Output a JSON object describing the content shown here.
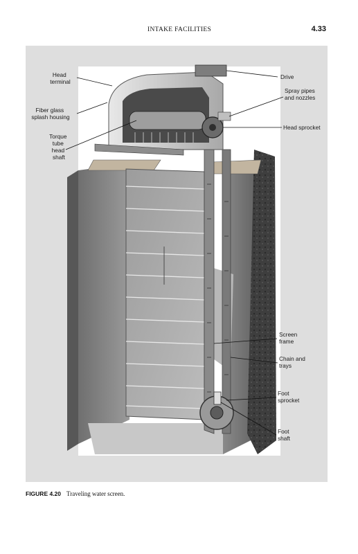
{
  "header": {
    "section_title": "INTAKE FACILITIES",
    "page_number": "4.33"
  },
  "figure": {
    "callouts": {
      "head_terminal": [
        "Head",
        "terminal"
      ],
      "fiber_glass_splash_housing": [
        "Fiber glass",
        "splash housing"
      ],
      "torque_tube_head_shaft": [
        "Torque",
        "tube",
        "head",
        "shaft"
      ],
      "drive": [
        "Drive"
      ],
      "spray_pipes_and_nozzles": [
        "Spray pipes",
        "and nozzles"
      ],
      "head_sprocket": [
        "Head sprocket"
      ],
      "screen_frame": [
        "Screen",
        "frame"
      ],
      "chain_and_trays": [
        "Chain and",
        "trays"
      ],
      "foot_sprocket": [
        "Foot",
        "sprocket"
      ],
      "foot_shaft": [
        "Foot",
        "shaft"
      ]
    }
  },
  "caption": {
    "label": "FIGURE 4.20",
    "text": "Traveling water screen."
  }
}
